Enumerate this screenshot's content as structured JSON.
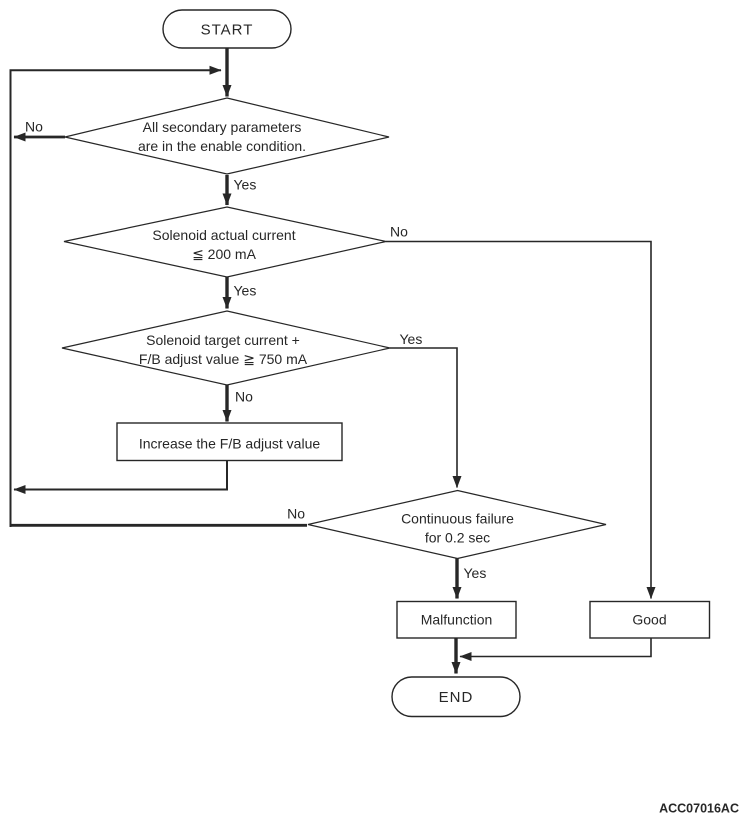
{
  "figure": {
    "code": "ACC07016AC"
  },
  "nodes": {
    "start": {
      "label": "START"
    },
    "check_enable": {
      "line1": "All secondary parameters",
      "line2": "are in the enable condition."
    },
    "check_actual_current": {
      "line1": "Solenoid actual current",
      "line2": "≦ 200 mA"
    },
    "check_target_current": {
      "line1": "Solenoid target current +",
      "line2": "F/B adjust value ≧ 750 mA"
    },
    "increase_adjust": {
      "label": "Increase the F/B adjust value"
    },
    "check_continuous_failure": {
      "line1": "Continuous failure",
      "line2": "for 0.2 sec"
    },
    "malfunction": {
      "label": "Malfunction"
    },
    "good": {
      "label": "Good"
    },
    "end": {
      "label": "END"
    }
  },
  "edges": {
    "enable_no": "No",
    "enable_yes": "Yes",
    "actual_no": "No",
    "actual_yes": "Yes",
    "target_yes": "Yes",
    "target_no": "No",
    "failure_no": "No",
    "failure_yes": "Yes"
  },
  "colors": {
    "ink": "#272727",
    "background": "#ffffff"
  }
}
